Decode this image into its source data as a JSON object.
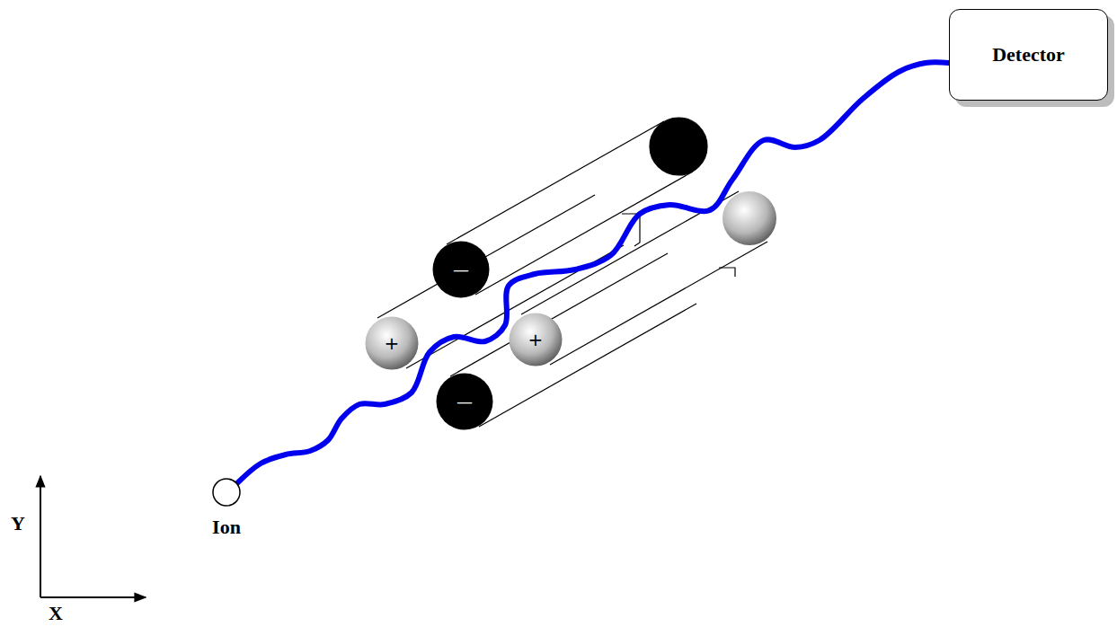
{
  "diagram": {
    "nodes": [
      {
        "text": [
          "Detector"
        ]
      },
      {
        "text": [
          "—"
        ]
      },
      {
        "text": [
          "+"
        ]
      },
      {
        "text": [
          "+"
        ]
      },
      {
        "text": [
          "—"
        ]
      },
      {
        "text": [
          "Ion"
        ]
      }
    ],
    "edges": [
      {
        "from": 5,
        "to": 0,
        "arrow": "none"
      }
    ],
    "labels": [
      "Y",
      "X"
    ]
  }
}
